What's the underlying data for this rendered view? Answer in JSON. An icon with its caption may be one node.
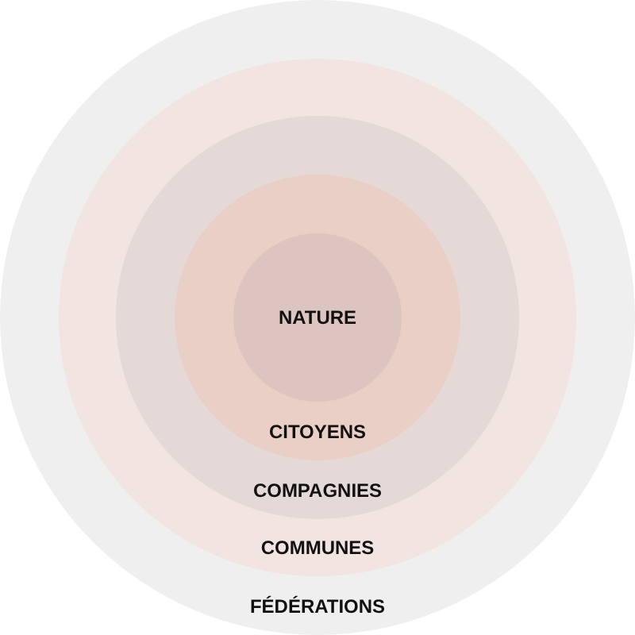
{
  "diagram": {
    "nodes": [
      {
        "text": [
          "FÉDÉRATIONS"
        ]
      },
      {
        "text": [
          "COMMUNES"
        ],
        "in": 0
      },
      {
        "text": [
          "COMPAGNIES"
        ],
        "in": 1
      },
      {
        "text": [
          "CITOYENS"
        ],
        "in": 2
      },
      {
        "text": [
          "NATURE"
        ],
        "in": 3
      }
    ]
  }
}
